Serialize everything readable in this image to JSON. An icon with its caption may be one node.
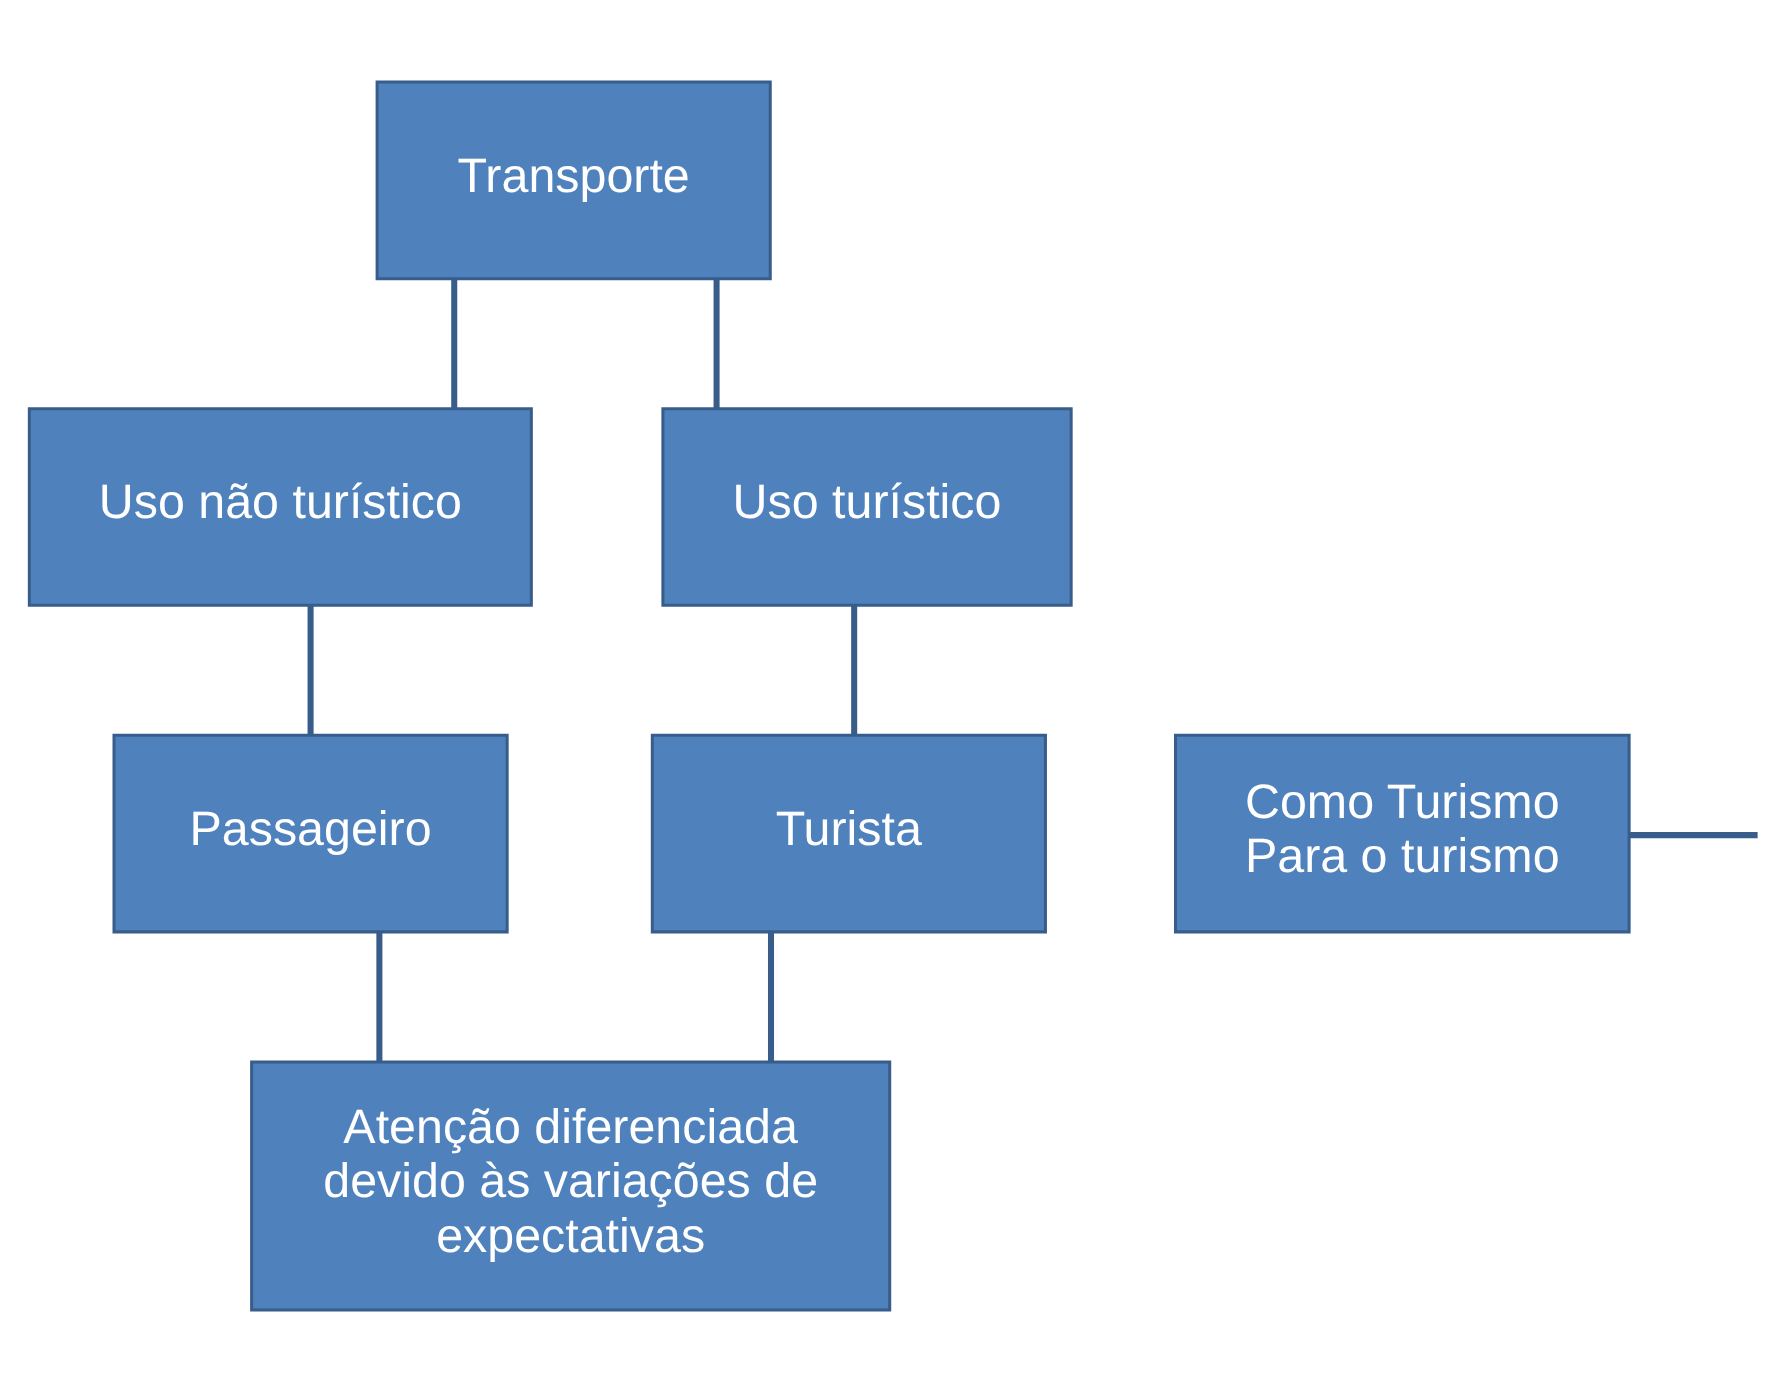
{
  "diagram": {
    "nodes": [
      {
        "text": [
          "Transporte"
        ]
      },
      {
        "text": [
          "Uso não turístico"
        ]
      },
      {
        "text": [
          "Uso turístico"
        ]
      },
      {
        "text": [
          "Como Turismo",
          "Para o turismo"
        ]
      },
      {
        "text": [
          "Passageiro"
        ]
      },
      {
        "text": [
          "Turista"
        ]
      },
      {
        "text": [
          "Atenção diferenciada devido às variações de expectativas"
        ]
      }
    ],
    "edges": [
      {
        "from": 0,
        "to": 1,
        "arrow": "none"
      },
      {
        "from": 0,
        "to": 2,
        "arrow": "none"
      },
      {
        "from": 1,
        "to": 4,
        "arrow": "none"
      },
      {
        "from": 2,
        "to": 5,
        "arrow": "none"
      },
      {
        "from": 3,
        "to": null,
        "arrow": "none"
      },
      {
        "from": 4,
        "to": 6,
        "arrow": "none"
      },
      {
        "from": 5,
        "to": 6,
        "arrow": "none"
      }
    ]
  }
}
